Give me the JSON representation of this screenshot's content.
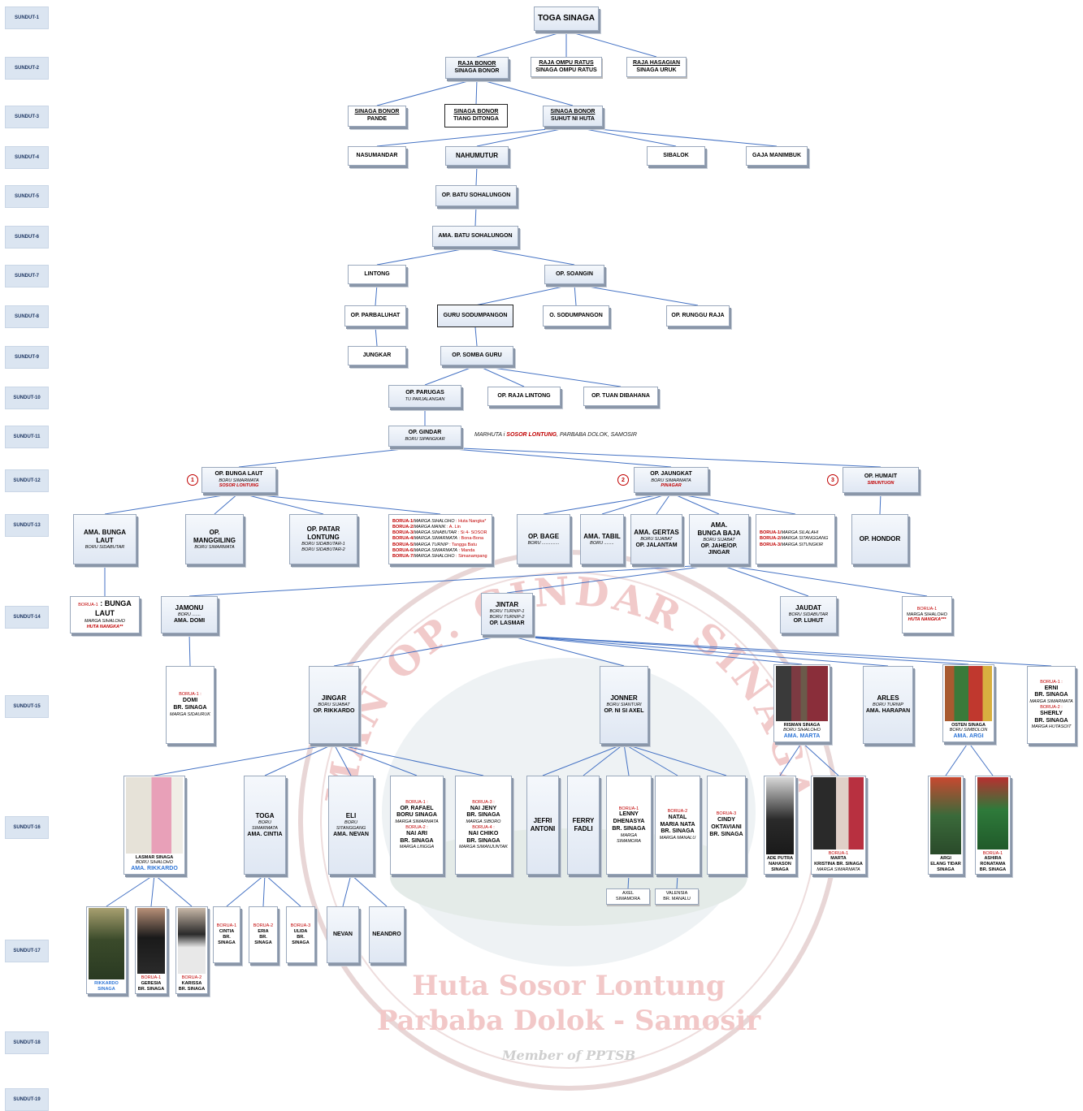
{
  "generations": [
    "SUNDUT-1",
    "SUNDUT-2",
    "SUNDUT-3",
    "SUNDUT-4",
    "SUNDUT-5",
    "SUNDUT-6",
    "SUNDUT-7",
    "SUNDUT-8",
    "SUNDUT-9",
    "SUNDUT-10",
    "SUNDUT-11",
    "SUNDUT-12",
    "SUNDUT-13",
    "SUNDUT-14",
    "SUNDUT-15",
    "SUNDUT-16",
    "SUNDUT-17",
    "SUNDUT-18",
    "SUNDUT-19"
  ],
  "watermark": {
    "ring_text": "MAN OP. GINDAR SINAGA BORU",
    "line1": "Huta Sosor Lontung",
    "line2": "Parbaba Dolok - Samosir",
    "line3": "Member of PPTSB"
  },
  "colors": {
    "line": "#4472c4",
    "red": "#c00000",
    "blue": "#2e75d6",
    "band": "#dbe5f1"
  },
  "s1": {
    "toga": "TOGA SINAGA"
  },
  "s2": {
    "bonor_1": "RAJA BONOR",
    "bonor_2": "SINAGA BONOR",
    "ratus_1": "RAJA OMPU RATUS",
    "ratus_2": "SINAGA OMPU RATUS",
    "hasagian_1": "RAJA HASAGIAN",
    "hasagian_2": "SINAGA URUK"
  },
  "s3": {
    "pande_1": "SINAGA BONOR",
    "pande_2": "PANDE",
    "tiang_1": "SINAGA BONOR",
    "tiang_2": "TIANG DITONGA",
    "suhut_1": "SINAGA BONOR",
    "suhut_2": "SUHUT NI HUTA"
  },
  "s4": {
    "nasumandar": "NASUMANDAR",
    "nahumutur": "NAHUMUTUR",
    "sibalok": "SIBALOK",
    "gaja": "GAJA MANIMBUK"
  },
  "s5": {
    "batu": "OP. BATU SOHALUNGON"
  },
  "s6": {
    "ama_batu": "AMA. BATU SOHALUNGON"
  },
  "s7": {
    "lintong": "LINTONG",
    "soangin": "OP. SOANGIN"
  },
  "s8": {
    "parbaluhat": "OP. PARBALUHAT",
    "guru": "GURU SODUMPANGON",
    "osodum": "O. SODUMPANGON",
    "runggu": "OP. RUNGGU RAJA"
  },
  "s9": {
    "jungkar": "JUNGKAR",
    "somba": "OP. SOMBA GURU"
  },
  "s10": {
    "parugas": "OP. PARUGAS",
    "parugas_sub": "TU PARJALANGAN",
    "raja_lintong": "OP. RAJA LINTONG",
    "tuan": "OP. TUAN DIBAHANA"
  },
  "s11": {
    "gindar": "OP. GINDAR",
    "gindar_sub": "BORU SIPANGKAR",
    "note_a": "MARHUTA i ",
    "note_b": "SOSOR LONTUNG",
    "note_c": ", PARBABA DOLOK, SAMOSIR"
  },
  "s12": {
    "n1": "1",
    "n2": "2",
    "n3": "3",
    "bunga_laut": "OP. BUNGA LAUT",
    "bunga_laut_sub": "BORU SIMARMATA",
    "bunga_laut_red": "SOSOR LONTUNG",
    "jaungkat": "OP. JAUNGKAT",
    "jaungkat_sub": "BORU SIMARMATA",
    "jaungkat_red": "PINAGAR",
    "humait": "OP. HUMAIT",
    "humait_red": "SIBUNTUON"
  },
  "s13": {
    "ama_bunga_laut": "AMA. BUNGA LAUT",
    "ama_bunga_laut_sub": "BORU SIDABUTAR",
    "manggiling": "OP. MANGGILING",
    "manggiling_sub": "BORU SIMARMATA",
    "patar": "OP. PATAR LONTUNG",
    "patar_sub1": "BORU SIDABUTAR-1",
    "patar_sub2": "BORU SIDABUTAR-2",
    "boru_list": [
      {
        "a": "BORUA-1/",
        "b": "MARGA SIHALOHO",
        "c": " : Huta Nangka*"
      },
      {
        "a": "BORUA-2/",
        "b": "MARGA MANIK",
        "c": " : A. Lin"
      },
      {
        "a": "BORUA-3/",
        "b": "MARGA SINABUTAR",
        "c": " : Si 4- SOSOR"
      },
      {
        "a": "BORUA-4/",
        "b": "MARGA SIMARMATA",
        "c": " : Bona-Bona"
      },
      {
        "a": "BORUA-5/",
        "b": "MARGA TURNIP",
        "c": " : Tangga Batu"
      },
      {
        "a": "BORUA-6/",
        "b": "MARGA SIMARMATA",
        "c": " : Manda"
      },
      {
        "a": "BORUA-7/",
        "b": "MARGA SIHALOHO",
        "c": " : Simanampang"
      }
    ],
    "bage": "OP. BAGE",
    "bage_sub": "BORU ..............",
    "tabil": "AMA. TABIL",
    "tabil_sub": "BORU ........",
    "gertas": "AMA. GERTAS",
    "gertas_sub": "BORU SIJABAT",
    "gertas_2": "OP. JALANTAM",
    "bunga_baja_1": "AMA.",
    "bunga_baja_2": "BUNGA BAJA",
    "bunga_baja_sub": "BORU SIJABAT",
    "bunga_baja_3": "OP. JAHE/OP. JINGAR",
    "boru_list2": [
      {
        "a": "BORUA-1/",
        "b": "MARGA SILALAHI"
      },
      {
        "a": "BORUA-2/",
        "b": "MARGA SITANGGANG"
      },
      {
        "a": "BORUA-3/",
        "b": "MARGA SITUNGKIR"
      }
    ],
    "hondor": "OP. HONDOR"
  },
  "s14": {
    "bl_a": "BORUA-1",
    "bl_b": " : BUNGA LAUT",
    "bl_sub": "MARGA SIHALOHO",
    "bl_red": "HUTA NANGKA**",
    "jamonu": "JAMONU",
    "jamonu_sub": "BORU .......",
    "jamonu_2": "AMA. DOMI",
    "jintar": "JINTAR",
    "jintar_sub1": "BORU TURNIP-1",
    "jintar_sub2": "BORU TURNIP-2",
    "jintar_2": "OP. LASMAR",
    "jaudat": "JAUDAT",
    "jaudat_sub": "BORU SIDABUTAR",
    "jaudat_2": "OP. LUHUT",
    "br_a": "BORUA-1",
    "br_sub": "MARGA SIHALOHO",
    "br_red": "HUTA NANGKA***"
  },
  "s15": {
    "domi_a": "BORUA-1 :",
    "domi_1": "DOMI",
    "domi_2": "BR. SINAGA",
    "domi_sub": "MARGA SIDAURUK",
    "jingar": "JINGAR",
    "jingar_sub": "BORU SIJABAT",
    "jingar_2": "OP. RIKKARDO",
    "jonner": "JONNER",
    "jonner_sub": "BORU SIANTURI",
    "jonner_2": "OP. NI SI AXEL",
    "risman": "RISMAN SINAGA",
    "risman_sub": "BORU SIHALOHO",
    "risman_blue": "AMA. MARTA",
    "arles": "ARLES",
    "arles_sub": "BORU TURNIP",
    "arles_2": "AMA. HARAPAN",
    "osten": "OSTEN SINAGA",
    "osten_sub": "BORU SIMBOLON",
    "osten_blue": "AMA. ARGI",
    "erni_a": "BORUA-1 :",
    "erni_1": "ERNI",
    "erni_2": "BR. SINAGA",
    "erni_sub": "MARGA SIMARMATA",
    "sherly_a": "BORUA-2 :",
    "sherly_1": "SHERLY",
    "sherly_2": "BR. SINAGA",
    "sherly_sub": "MARGA HUTASOIT"
  },
  "s16": {
    "lasmar": "LASMAR SINAGA",
    "lasmar_sub": "BORU SIHALOHO",
    "lasmar_blue": "AMA. RIKKARDO",
    "toga": "TOGA",
    "toga_sub": "BORU SIMARMATA",
    "toga_2": "AMA. CINTIA",
    "eli": "ELI",
    "eli_sub": "BORU SITANGGANG",
    "eli_2": "AMA. NEVAN",
    "rafael_a": "BORUA-1 :",
    "rafael_1": "OP. RAFAEL",
    "rafael_2": "BORU SINAGA",
    "rafael_sub": "MARGA SIMARMATA",
    "ari_a": "BORUA-2 :",
    "ari_1": "NAI ARI",
    "ari_2": "BR. SINAGA",
    "ari_sub": "MARGA LINGGA",
    "jeny_a": "BORUA-3 :",
    "jeny_1": "NAI JENY",
    "jeny_2": "BR. SINAGA",
    "jeny_sub": "MARGA SIBORO",
    "chiko_a": "BORUA-4 :",
    "chiko_1": "NAI CHIKO",
    "chiko_2": "BR. SINAGA",
    "chiko_sub": "MARGA SIMANJUNTAK",
    "jefri_1": "JEFRI",
    "jefri_2": "ANTONI",
    "ferry_1": "FERRY",
    "ferry_2": "FADLI",
    "lenny_a": "BORUA-1",
    "lenny_1": "LENNY",
    "lenny_2": "DHENASYA",
    "lenny_3": "BR. SINAGA",
    "lenny_sub": "MARGA SIMAMORA",
    "natal_a": "BORUA-2",
    "natal_1": "NATAL",
    "natal_2": "MARIA NATA",
    "natal_3": "BR. SINAGA",
    "natal_sub": "MARGA MANALU",
    "cindy_a": "BORUA-3",
    "cindy_1": "CINDY",
    "cindy_2": "OKTAVIANI",
    "cindy_3": "BR. SINAGA",
    "ade_1": "ADE PUTRA",
    "ade_2": "NAHASON",
    "ade_3": "SINAGA",
    "marta_a": "BORUA-1",
    "marta_1": "MARTA",
    "marta_2": "KRISTINA BR. SINAGA",
    "marta_sub": "MARGA SIMARMATA",
    "argi_1": "ARGI",
    "argi_2": "ELANG TIDAR",
    "argi_3": "SINAGA",
    "ashira_a": "BORUA-1",
    "ashira_1": "ASHIRA",
    "ashira_2": "RONATAMA",
    "ashira_3": "BR. SINAGA",
    "axel_1": "AXEL",
    "axel_2": "SIMAMORA",
    "valensia_1": "VALENSIA",
    "valensia_2": "BR. MANALU"
  },
  "s17": {
    "rikkardo_1": "RIKKARDO",
    "rikkardo_2": "SINAGA",
    "geresia_a": "BORUA-1",
    "geresia_1": "GERESIA",
    "geresia_2": "BR. SINAGA",
    "karissa_a": "BORUA-2",
    "karissa_1": "KARISSA",
    "karissa_2": "BR. SINAGA",
    "cintia_a": "BORUA-1",
    "cintia_1": "CINTIA",
    "cintia_2": "BR. SINAGA",
    "eria_a": "BORUA-2",
    "eria_1": "ERIA",
    "eria_2": "BR. SINAGA",
    "ulida_a": "BORUA-3",
    "ulida_1": "ULIDA",
    "ulida_2": "BR. SINAGA",
    "nevan": "NEVAN",
    "neandro": "NEANDRO"
  }
}
